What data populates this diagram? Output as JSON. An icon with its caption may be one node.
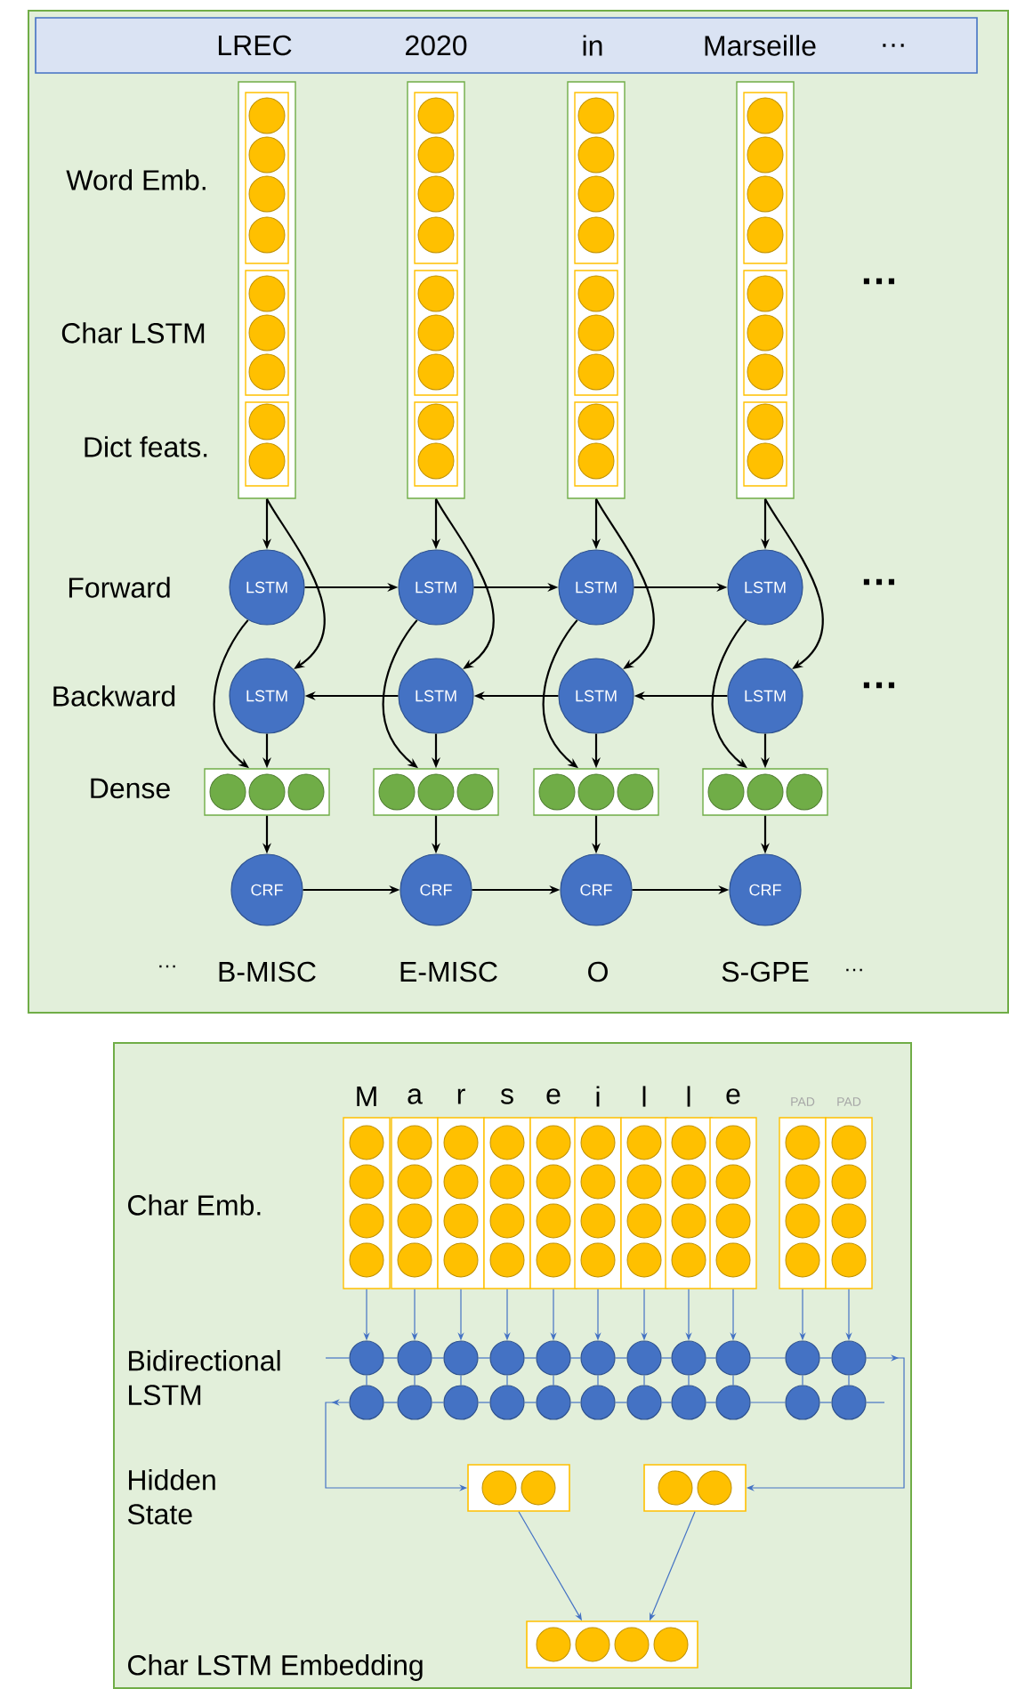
{
  "diagram": {
    "nodes": [
      {
        "text": [
          "LREC",
          "2020",
          "in",
          "Marseille",
          "…"
        ]
      },
      {
        "text": [],
        "shape": "box"
      },
      {
        "text": [],
        "shape": "box"
      },
      {
        "text": [],
        "shape": "box"
      },
      {
        "text": [],
        "shape": "box"
      },
      {
        "text": [
          "LSTM"
        ]
      },
      {
        "text": [
          "LSTM"
        ]
      },
      {
        "text": [
          "LSTM"
        ]
      },
      {
        "text": [
          "LSTM"
        ]
      },
      {
        "text": [
          "LSTM"
        ]
      },
      {
        "text": [
          "LSTM"
        ]
      },
      {
        "text": [
          "LSTM"
        ]
      },
      {
        "text": [
          "LSTM"
        ]
      },
      {
        "text": [],
        "shape": "box"
      },
      {
        "text": [],
        "shape": "box"
      },
      {
        "text": [],
        "shape": "box"
      },
      {
        "text": [],
        "shape": "box"
      },
      {
        "text": [
          "CRF"
        ]
      },
      {
        "text": [
          "CRF"
        ]
      },
      {
        "text": [
          "CRF"
        ]
      },
      {
        "text": [
          "CRF"
        ]
      },
      {
        "text": [
          "M"
        ]
      },
      {
        "text": [
          "a"
        ]
      },
      {
        "text": [
          "r"
        ]
      },
      {
        "text": [
          "s"
        ]
      },
      {
        "text": [
          "e"
        ]
      },
      {
        "text": [
          "i"
        ]
      },
      {
        "text": [
          "l"
        ]
      },
      {
        "text": [
          "l"
        ]
      },
      {
        "text": [
          "e"
        ]
      },
      {
        "text": [
          "PAD"
        ]
      },
      {
        "text": [
          "PAD"
        ]
      },
      {
        "text": [],
        "shape": "circle"
      },
      {
        "text": [],
        "shape": "circle"
      },
      {
        "text": [],
        "shape": "circle"
      },
      {
        "text": [],
        "shape": "circle"
      },
      {
        "text": [],
        "shape": "circle"
      },
      {
        "text": [],
        "shape": "circle"
      },
      {
        "text": [],
        "shape": "circle"
      },
      {
        "text": [],
        "shape": "circle"
      },
      {
        "text": [],
        "shape": "circle"
      },
      {
        "text": [],
        "shape": "circle"
      },
      {
        "text": [],
        "shape": "circle"
      },
      {
        "text": [],
        "shape": "circle"
      },
      {
        "text": [],
        "shape": "circle"
      },
      {
        "text": [],
        "shape": "circle"
      },
      {
        "text": [],
        "shape": "circle"
      },
      {
        "text": [],
        "shape": "circle"
      },
      {
        "text": [],
        "shape": "circle"
      },
      {
        "text": [],
        "shape": "circle"
      },
      {
        "text": [],
        "shape": "circle"
      },
      {
        "text": [],
        "shape": "circle"
      },
      {
        "text": [],
        "shape": "circle"
      },
      {
        "text": [],
        "shape": "circle"
      },
      {
        "text": [],
        "shape": "box"
      },
      {
        "text": [],
        "shape": "box"
      },
      {
        "text": [],
        "shape": "box"
      }
    ],
    "edges": [
      {
        "from": 1,
        "to": 5,
        "arrow": "to",
        "color": "#000000"
      },
      {
        "from": 1,
        "to": 9,
        "arrow": "to",
        "color": "#000000"
      },
      {
        "from": 5,
        "to": 13,
        "arrow": "to",
        "color": "#000000"
      },
      {
        "from": 9,
        "to": 13,
        "arrow": "to",
        "color": "#000000"
      },
      {
        "from": 13,
        "to": 17,
        "arrow": "to",
        "color": "#000000"
      },
      {
        "from": 2,
        "to": 6,
        "arrow": "to",
        "color": "#000000"
      },
      {
        "from": 2,
        "to": 10,
        "arrow": "to",
        "color": "#000000"
      },
      {
        "from": 6,
        "to": 14,
        "arrow": "to",
        "color": "#000000"
      },
      {
        "from": 10,
        "to": 14,
        "arrow": "to",
        "color": "#000000"
      },
      {
        "from": 14,
        "to": 18,
        "arrow": "to",
        "color": "#000000"
      },
      {
        "from": 3,
        "to": 7,
        "arrow": "to",
        "color": "#000000"
      },
      {
        "from": 3,
        "to": 11,
        "arrow": "to",
        "color": "#000000"
      },
      {
        "from": 7,
        "to": 15,
        "arrow": "to",
        "color": "#000000"
      },
      {
        "from": 11,
        "to": 15,
        "arrow": "to",
        "color": "#000000"
      },
      {
        "from": 15,
        "to": 19,
        "arrow": "to",
        "color": "#000000"
      },
      {
        "from": 4,
        "to": 8,
        "arrow": "to",
        "color": "#000000"
      },
      {
        "from": 4,
        "to": 12,
        "arrow": "to",
        "color": "#000000"
      },
      {
        "from": 8,
        "to": 16,
        "arrow": "to",
        "color": "#000000"
      },
      {
        "from": 12,
        "to": 16,
        "arrow": "to",
        "color": "#000000"
      },
      {
        "from": 16,
        "to": 20,
        "arrow": "to",
        "color": "#000000"
      },
      {
        "from": 5,
        "to": 6,
        "arrow": "to",
        "color": "#000000"
      },
      {
        "from": 6,
        "to": 7,
        "arrow": "to",
        "color": "#000000"
      },
      {
        "from": 7,
        "to": 8,
        "arrow": "to",
        "color": "#000000"
      },
      {
        "from": 12,
        "to": 11,
        "arrow": "to",
        "color": "#000000"
      },
      {
        "from": 11,
        "to": 10,
        "arrow": "to",
        "color": "#000000"
      },
      {
        "from": 10,
        "to": 9,
        "arrow": "to",
        "color": "#000000"
      },
      {
        "from": 17,
        "to": 18,
        "arrow": "to",
        "color": "#000000"
      },
      {
        "from": 18,
        "to": 19,
        "arrow": "to",
        "color": "#000000"
      },
      {
        "from": 19,
        "to": 20,
        "arrow": "to",
        "color": "#000000"
      },
      {
        "from": 21,
        "to": 32,
        "arrow": "to"
      },
      {
        "from": 22,
        "to": 33,
        "arrow": "to"
      },
      {
        "from": 23,
        "to": 34,
        "arrow": "to"
      },
      {
        "from": 24,
        "to": 35,
        "arrow": "to"
      },
      {
        "from": 25,
        "to": 36,
        "arrow": "to"
      },
      {
        "from": 26,
        "to": 37,
        "arrow": "to"
      },
      {
        "from": 27,
        "to": 38,
        "arrow": "to"
      },
      {
        "from": 28,
        "to": 39,
        "arrow": "to"
      },
      {
        "from": 29,
        "to": 40,
        "arrow": "to"
      },
      {
        "from": 30,
        "to": 41,
        "arrow": "to"
      },
      {
        "from": 31,
        "to": 42,
        "arrow": "to"
      },
      {
        "from": 32,
        "to": 43,
        "arrow": "none"
      },
      {
        "from": 33,
        "to": 44,
        "arrow": "none"
      },
      {
        "from": 34,
        "to": 45,
        "arrow": "none"
      },
      {
        "from": 35,
        "to": 46,
        "arrow": "none"
      },
      {
        "from": 36,
        "to": 47,
        "arrow": "none"
      },
      {
        "from": 37,
        "to": 48,
        "arrow": "none"
      },
      {
        "from": 38,
        "to": 49,
        "arrow": "none"
      },
      {
        "from": 39,
        "to": 50,
        "arrow": "none"
      },
      {
        "from": 40,
        "to": 51,
        "arrow": "none"
      },
      {
        "from": 41,
        "to": 52,
        "arrow": "none"
      },
      {
        "from": 42,
        "to": 53,
        "arrow": "none"
      },
      {
        "from": null,
        "to": 32,
        "arrow": "none"
      },
      {
        "from": 32,
        "to": 33,
        "arrow": "none"
      },
      {
        "from": 33,
        "to": 34,
        "arrow": "none"
      },
      {
        "from": 34,
        "to": 35,
        "arrow": "none"
      },
      {
        "from": 35,
        "to": 36,
        "arrow": "none"
      },
      {
        "from": 36,
        "to": 37,
        "arrow": "none"
      },
      {
        "from": 37,
        "to": 38,
        "arrow": "none"
      },
      {
        "from": 38,
        "to": 39,
        "arrow": "none"
      },
      {
        "from": 39,
        "to": 40,
        "arrow": "none"
      },
      {
        "from": 40,
        "to": 41,
        "arrow": "none"
      },
      {
        "from": 41,
        "to": 42,
        "arrow": "none"
      },
      {
        "from": 42,
        "to": 55,
        "arrow": "to"
      },
      {
        "from": null,
        "to": 53,
        "arrow": "none"
      },
      {
        "from": 53,
        "to": 52,
        "arrow": "none"
      },
      {
        "from": 52,
        "to": 51,
        "arrow": "none"
      },
      {
        "from": 51,
        "to": 50,
        "arrow": "none"
      },
      {
        "from": 50,
        "to": 49,
        "arrow": "none"
      },
      {
        "from": 49,
        "to": 48,
        "arrow": "none"
      },
      {
        "from": 48,
        "to": 47,
        "arrow": "none"
      },
      {
        "from": 47,
        "to": 46,
        "arrow": "none"
      },
      {
        "from": 46,
        "to": 45,
        "arrow": "none"
      },
      {
        "from": 45,
        "to": 44,
        "arrow": "none"
      },
      {
        "from": 44,
        "to": 43,
        "arrow": "none"
      },
      {
        "from": 43,
        "to": 54,
        "arrow": "to"
      },
      {
        "from": 54,
        "to": 56,
        "arrow": "to"
      },
      {
        "from": 55,
        "to": 56,
        "arrow": "to"
      }
    ],
    "labels": [
      "Word Emb.",
      "Char LSTM",
      "…",
      "Dict feats.",
      "Forward",
      "…",
      "Backward",
      "…",
      "Dense",
      "…",
      "B-MISC",
      "E-MISC",
      "O",
      "S-GPE",
      "…",
      "Char Emb.",
      "Bidirectional LSTM",
      "Hidden State",
      "Char LSTM Embedding"
    ]
  }
}
